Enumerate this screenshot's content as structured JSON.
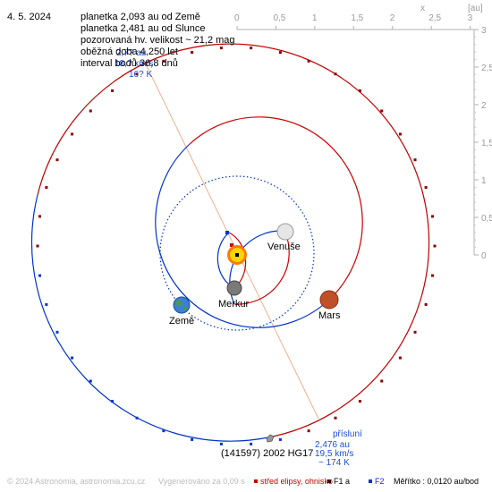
{
  "header": {
    "date": "4. 5. 2024",
    "info_lines": [
      "planetka 2,093 au od Země",
      "planetka 2,481 au od Slunce",
      "pozorovaná hv. velikost ~ 21,2 mag",
      "oběžná doba 4,250 let",
      "interval bodů 36,8 dnů"
    ]
  },
  "axes": {
    "x_label": "x",
    "unit_label": "[au]",
    "x_ticks": [
      "0",
      "0,5",
      "1",
      "1,5",
      "2",
      "2,5",
      "3"
    ],
    "y_ticks": [
      "3",
      "2,5",
      "2",
      "1,5",
      "1",
      "0,5",
      "0"
    ]
  },
  "bodies": {
    "venus": "Venuše",
    "mercury": "Merkur",
    "earth": "Země",
    "mars": "Mars",
    "asteroid": "(141597) 2002 HG17"
  },
  "perihelion": {
    "title": "přísluní",
    "distance": "2,476 au",
    "speed": "19,5 km/s",
    "temperature": "~ 174 K"
  },
  "aphelion_hidden": {
    "distance": "2,7? au",
    "speed": "18,? km/s",
    "temperature": "16? K"
  },
  "footer": {
    "copyright": "© 2024 Astronomia, astronomia.zcu.cz",
    "generated": "Vygenerováno za 0,09 s",
    "legend_center": "střed elipsy, ohnisko",
    "legend_f1": "F1 a",
    "legend_f2": "F2",
    "scale": "Měřítko : 0,0120 au/bod"
  },
  "colors": {
    "asteroid_orbit": "#c00000",
    "earth_orbit": "#0033cc",
    "mars_orbit": "#cc0000",
    "axis": "#b0b0b0",
    "sun": "#ffd400",
    "annotation_blue": "#1a4fd6",
    "line_to_perihelion": "#f0b090"
  }
}
